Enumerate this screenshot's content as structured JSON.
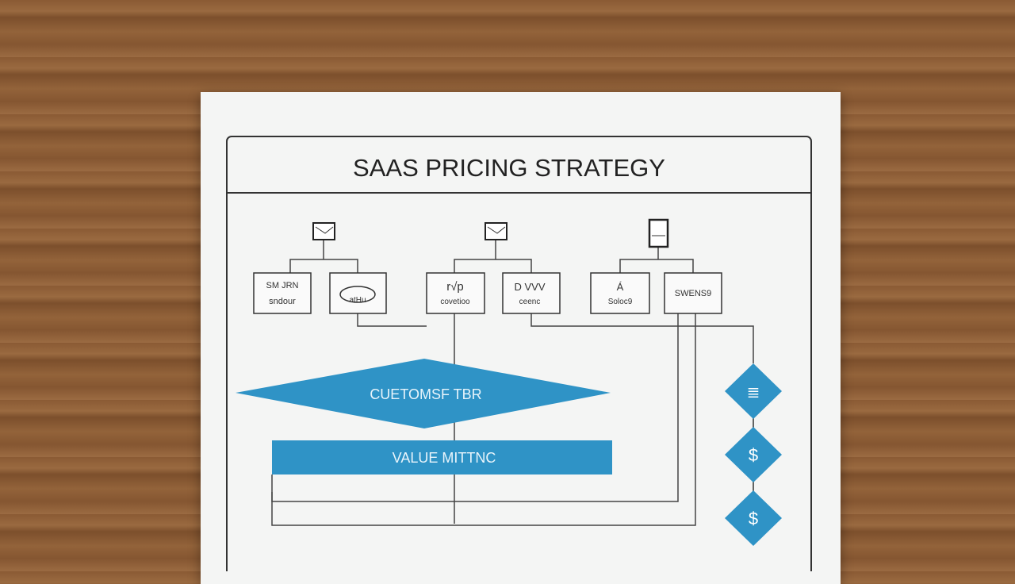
{
  "title": "SAAS PRICING STRATEGY",
  "colors": {
    "accent": "#2f93c6",
    "line": "#333333",
    "paper": "#f4f5f4"
  },
  "groups": [
    {
      "icon": "envelope-icon",
      "boxes": [
        {
          "line1": "SM JRN",
          "line2": "sndour"
        },
        {
          "line1": "",
          "line2": "atHu",
          "icon": "cloud-icon"
        }
      ]
    },
    {
      "icon": "envelope-icon",
      "boxes": [
        {
          "line1": "r√p",
          "line2": "covetioo"
        },
        {
          "line1": "D VVV",
          "line2": "ceenc"
        }
      ]
    },
    {
      "icon": "document-icon",
      "boxes": [
        {
          "line1": "Á",
          "line2": "Soloc9"
        },
        {
          "line1": "SWENS9",
          "line2": ""
        }
      ]
    }
  ],
  "diamond_label": "CUETOMSF TBR",
  "bar_label": "VALUE MITTNC",
  "small_diamonds": [
    {
      "label": "≣"
    },
    {
      "label": "$"
    },
    {
      "label": "$"
    }
  ]
}
